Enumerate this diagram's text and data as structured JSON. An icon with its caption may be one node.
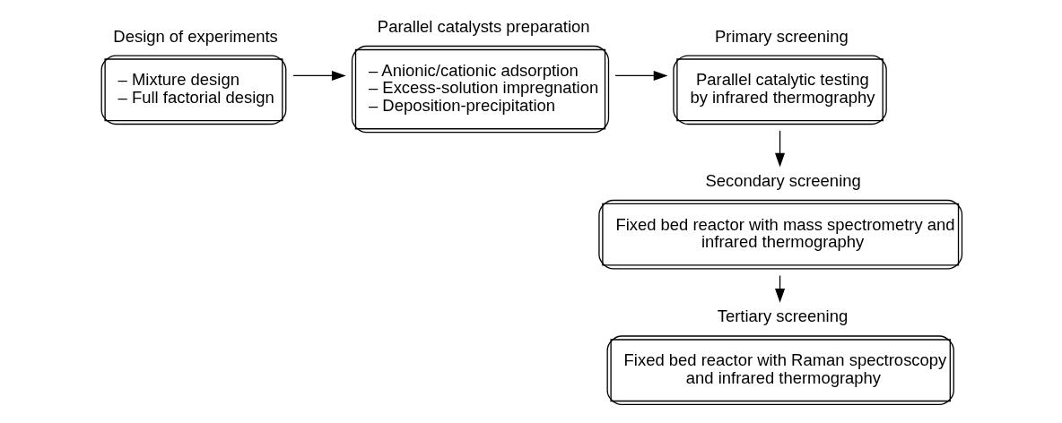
{
  "diagram": {
    "nodes": [
      {
        "text": [
          "Design of experiments",
          "– Mixture design",
          "– Full factorial design"
        ]
      },
      {
        "text": [
          "Parallel catalysts preparation",
          "– Anionic/cationic adsorption",
          "– Excess-solution impregnation",
          "– Deposition-precipitation"
        ]
      },
      {
        "text": [
          "Primary screening",
          "Parallel catalytic testing by infrared thermography"
        ]
      },
      {
        "text": [
          "Secondary screening",
          "Fixed bed reactor with mass spectrometry and infrared thermography"
        ]
      },
      {
        "text": [
          "Tertiary screening",
          "Fixed bed reactor with Raman spectroscopy and infrared thermography"
        ]
      }
    ],
    "edges": [
      {
        "from": 0,
        "to": 1,
        "arrow": "to"
      },
      {
        "from": 1,
        "to": 2,
        "arrow": "to"
      },
      {
        "from": 2,
        "to": 3,
        "arrow": "to"
      },
      {
        "from": 3,
        "to": 4,
        "arrow": "to"
      }
    ]
  }
}
